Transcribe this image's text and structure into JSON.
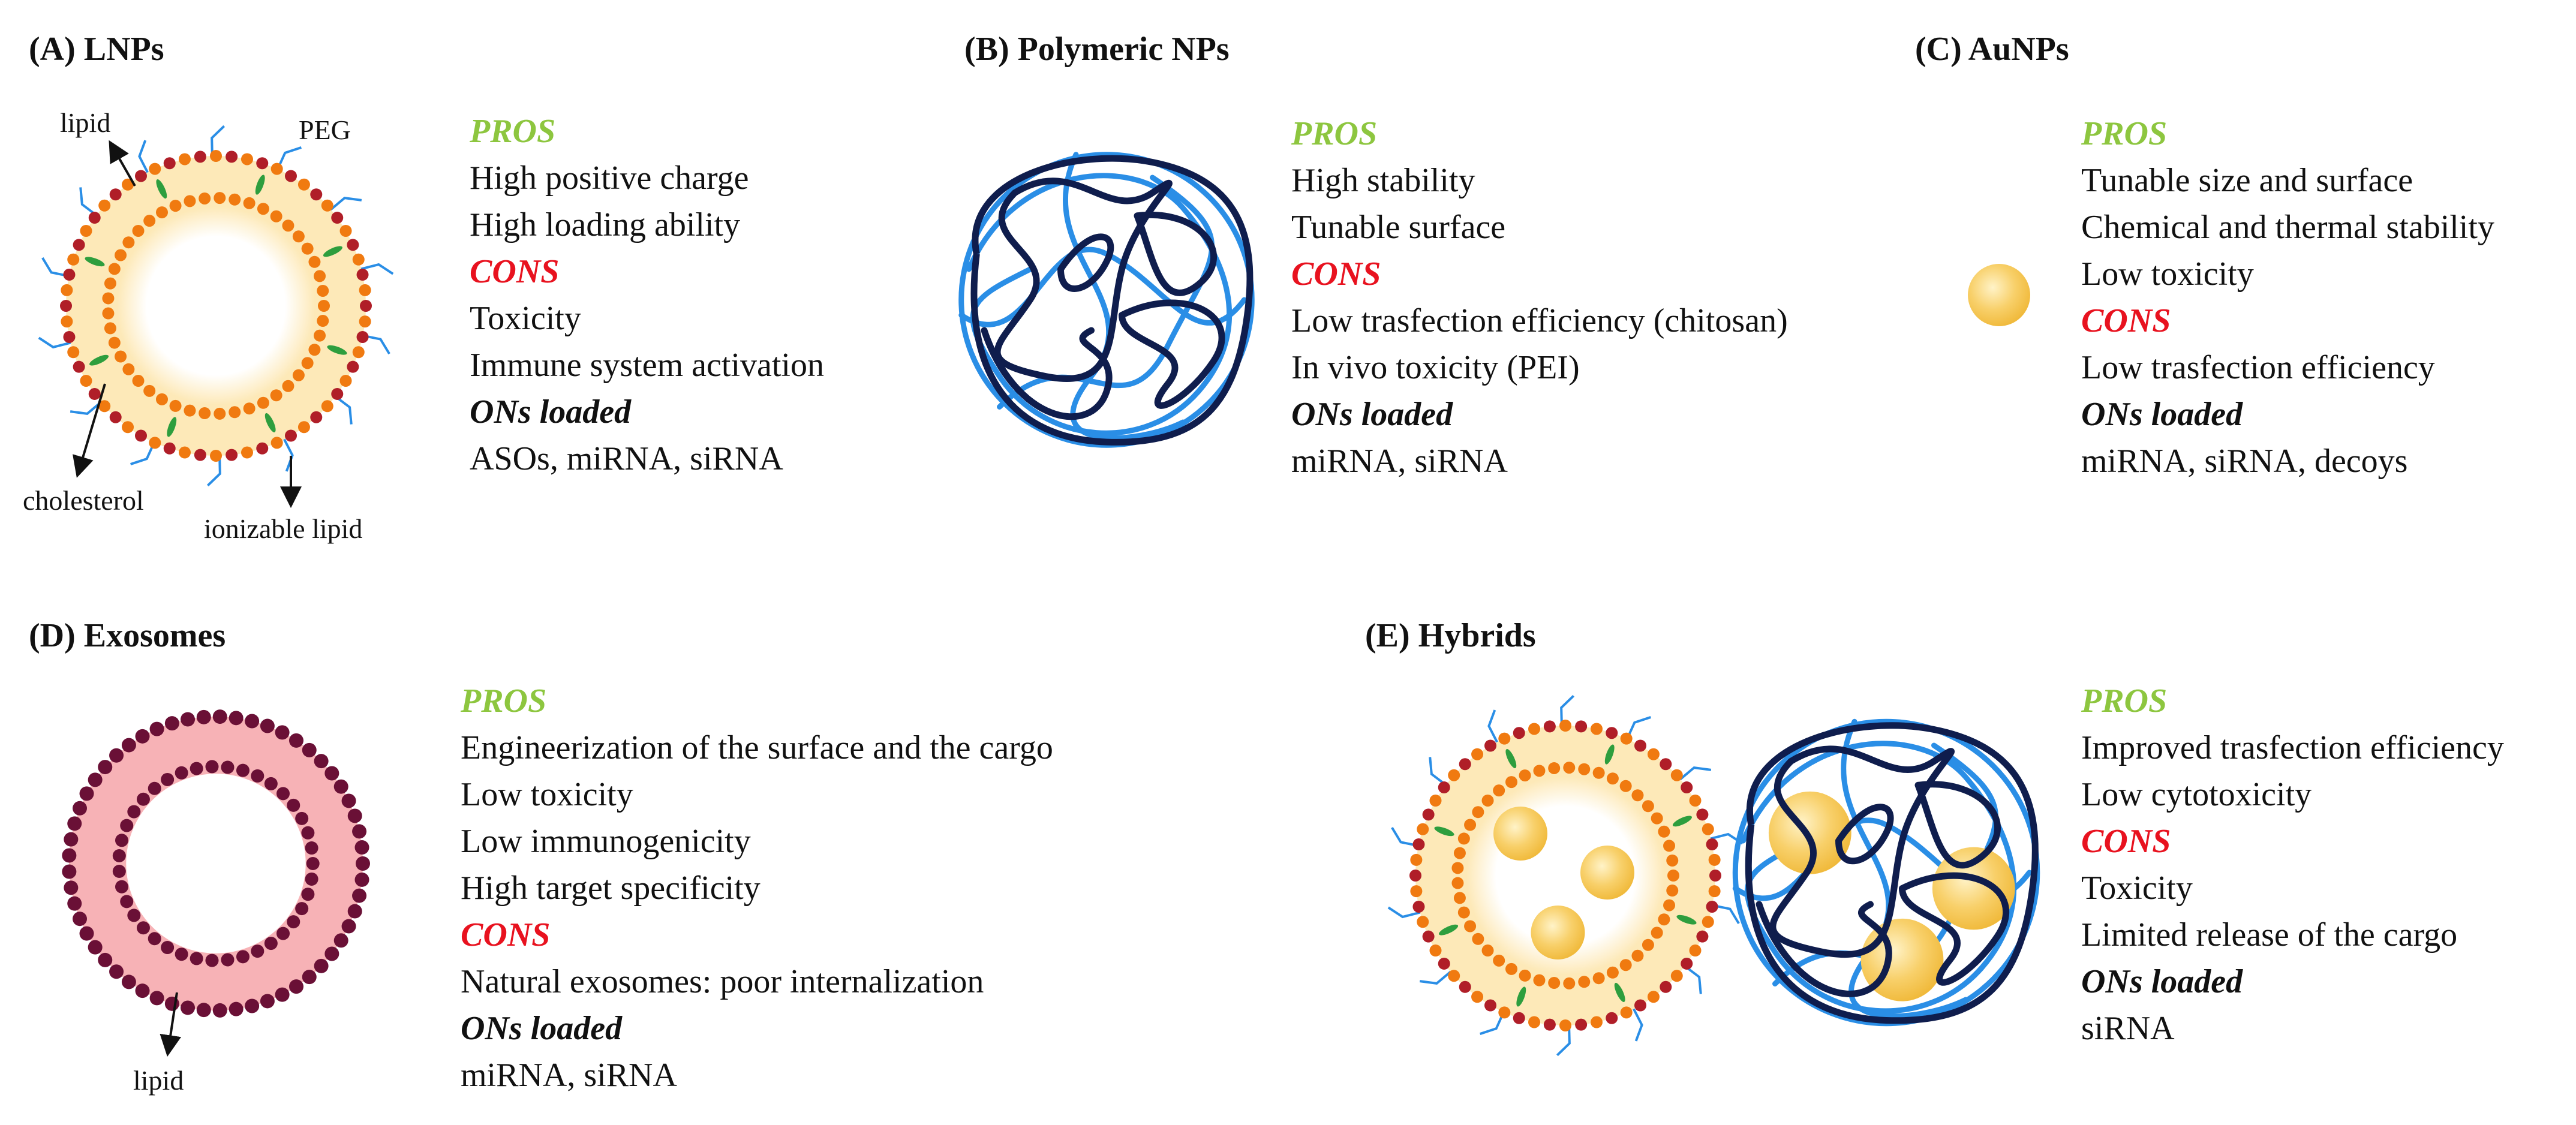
{
  "panels": {
    "a": {
      "title": "(A) LNPs",
      "pros_heading": "PROS",
      "pros": [
        "High positive charge",
        "High loading ability"
      ],
      "cons_heading": "CONS",
      "cons": [
        "Toxicity",
        "Immune system activation"
      ],
      "ons_heading": "ONs loaded",
      "ons": "ASOs, miRNA, siRNA",
      "labels": {
        "lipid": "lipid",
        "peg": "PEG",
        "cholesterol": "cholesterol",
        "ionizable": "ionizable lipid"
      }
    },
    "b": {
      "title": "(B) Polymeric NPs",
      "pros_heading": "PROS",
      "pros": [
        "High stability",
        "Tunable surface"
      ],
      "cons_heading": "CONS",
      "cons": [
        "Low trasfection efficiency (chitosan)",
        "In vivo toxicity (PEI)"
      ],
      "ons_heading": "ONs loaded",
      "ons": "miRNA, siRNA"
    },
    "c": {
      "title": "(C) AuNPs",
      "pros_heading": "PROS",
      "pros": [
        "Tunable size and surface",
        "Chemical and thermal stability",
        "Low toxicity"
      ],
      "cons_heading": "CONS",
      "cons": [
        "Low trasfection efficiency"
      ],
      "ons_heading": "ONs loaded",
      "ons": "miRNA, siRNA, decoys"
    },
    "d": {
      "title": "(D) Exosomes",
      "pros_heading": "PROS",
      "pros": [
        "Engineerization of the surface and the cargo",
        "Low toxicity",
        "Low immunogenicity",
        "High target specificity"
      ],
      "cons_heading": "CONS",
      "cons": [
        "Natural exosomes: poor internalization"
      ],
      "ons_heading": "ONs loaded",
      "ons": "miRNA, siRNA",
      "labels": {
        "lipid": "lipid"
      }
    },
    "e": {
      "title": "(E) Hybrids",
      "pros_heading": "PROS",
      "pros": [
        "Improved trasfection efficiency",
        "Low cytotoxicity"
      ],
      "cons_heading": "CONS",
      "cons": [
        "Toxicity",
        "Limited release of the cargo"
      ],
      "ons_heading": "ONs loaded",
      "ons": "siRNA"
    }
  },
  "colors": {
    "pros": "#8dc63f",
    "cons": "#e8121f",
    "lipid_outer": "#b01e28",
    "lipid_inner": "#f07a10",
    "core_fill": "#fde9b8",
    "cholesterol": "#2e9e3e",
    "peg": "#2a8ee6",
    "polymer_dark": "#0f1d4d",
    "polymer_light": "#2a8ee6",
    "gold": "#f6c24a",
    "exosome_fill": "#f7b2b6",
    "exosome_bead": "#6a1036"
  }
}
